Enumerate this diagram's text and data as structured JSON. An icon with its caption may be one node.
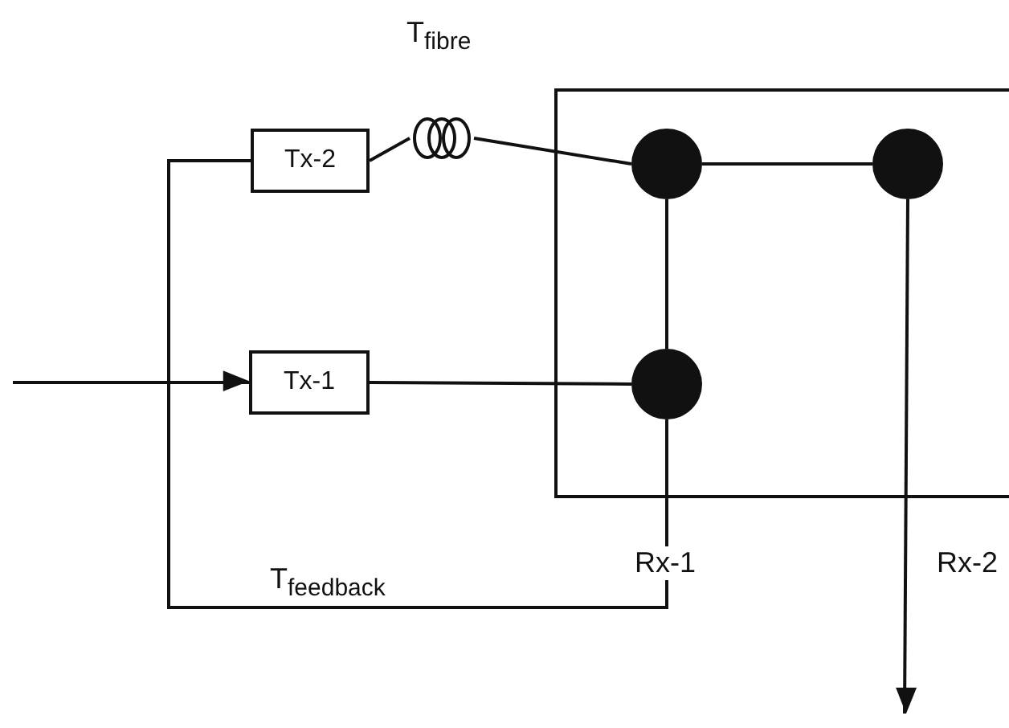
{
  "diagram": {
    "nodes": [
      {
        "text": [],
        "shape": "box"
      },
      {
        "text": [
          "Tx-2"
        ]
      },
      {
        "text": [
          "Tx-1"
        ]
      },
      {
        "text": [],
        "shape": "picture",
        "beside": [
          "T$_{fibre}$"
        ]
      },
      {
        "text": [],
        "shape": "circle",
        "in": 0
      },
      {
        "text": [],
        "shape": "circle",
        "in": 0
      },
      {
        "text": [],
        "shape": "circle",
        "in": 0
      }
    ],
    "edges": [
      {
        "from": null,
        "to": 2,
        "arrow": "to"
      },
      {
        "from": 1,
        "to": 3,
        "arrow": "none"
      },
      {
        "from": 3,
        "to": 4,
        "arrow": "none"
      },
      {
        "from": 4,
        "to": 5,
        "arrow": "none"
      },
      {
        "from": 4,
        "to": 6,
        "arrow": "none"
      },
      {
        "from": 2,
        "to": 6,
        "arrow": "none"
      },
      {
        "from": 6,
        "to": 1,
        "arrow": "none",
        "label": "T$_{feedback}$"
      },
      {
        "from": 5,
        "to": null,
        "arrow": "to"
      }
    ],
    "labels": [
      "Rx-1",
      "Rx-2"
    ]
  }
}
